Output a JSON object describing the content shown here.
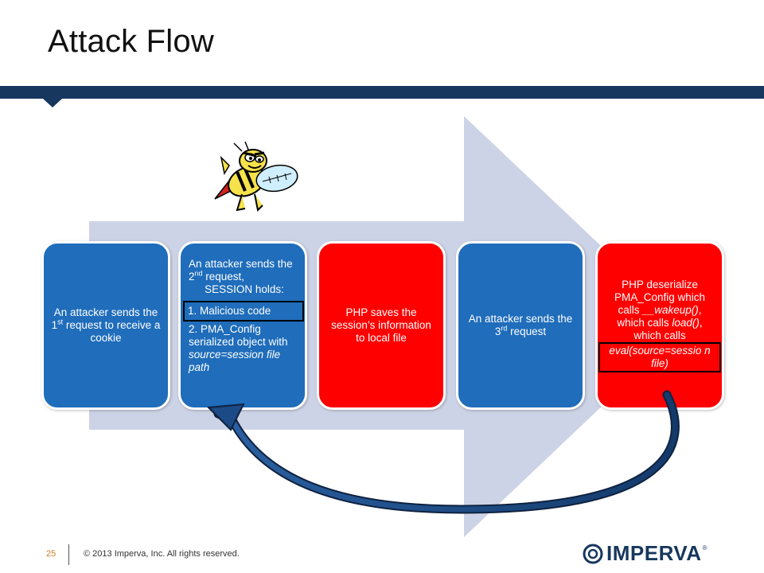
{
  "slide": {
    "title": "Attack Flow",
    "page_number": "25",
    "copyright": "© 2013 Imperva, Inc. All rights reserved.",
    "logo_text": "IMPERVA",
    "logo_reg": "®"
  },
  "steps": {
    "s1": {
      "pre": "An attacker sends the 1",
      "sup": "st",
      "post": " request to receive a cookie"
    },
    "s2": {
      "line1_pre": "An attacker sends the 2",
      "line1_sup": "nd",
      "line1_post": " request,",
      "line2": "SESSION holds:",
      "item1": "1. Malicious code",
      "item2": "2. PMA_Config serialized object with",
      "item2_italic": "source=session file path"
    },
    "s3": {
      "text": "PHP saves the session’s information to local file"
    },
    "s4": {
      "pre": "An attacker sends the 3",
      "sup": "rd",
      "post": " request"
    },
    "s5": {
      "t1": "PHP deserialize PMA_Config which calls ",
      "t1_italic": "__wakeup()",
      "t2": ", which calls ",
      "t2_italic": "load()",
      "t3": ", which calls",
      "boxed_italic": "eval(source=sessio n file)"
    }
  },
  "colors": {
    "blue": "#1f6dbb",
    "red": "#ff0000",
    "navy": "#17375e",
    "arrow_bg": "#cdd3e6"
  }
}
